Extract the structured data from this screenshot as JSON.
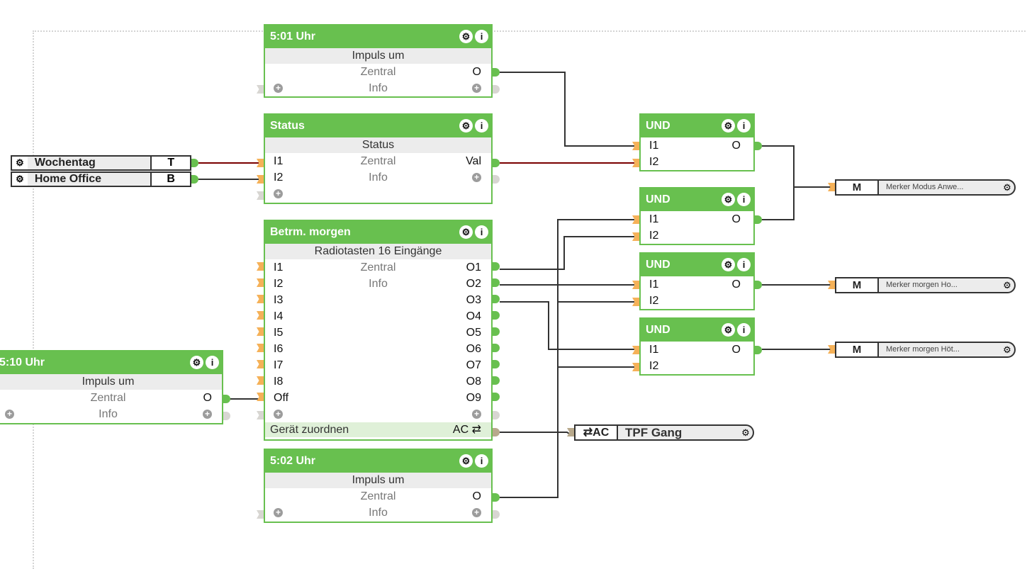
{
  "canvas": {
    "grid_style": "dotted"
  },
  "variables": {
    "wochentag": {
      "name": "Wochentag",
      "type": "T",
      "icon": "gear-icon"
    },
    "home_office": {
      "name": "Home Office",
      "type": "B",
      "icon": "gear-icon"
    }
  },
  "blocks": {
    "b501": {
      "title": "5:01 Uhr",
      "subtitle": "Impuls um",
      "center1": "Zentral",
      "center2": "Info",
      "out1": "O"
    },
    "status": {
      "title": "Status",
      "subtitle": "Status",
      "in1": "I1",
      "in2": "I2",
      "center1": "Zentral",
      "center2": "Info",
      "out1": "Val"
    },
    "betrm": {
      "title": "Betrm. morgen",
      "subtitle": "Radiotasten 16 Eingänge",
      "center1": "Zentral",
      "center2": "Info",
      "inputs": [
        "I1",
        "I2",
        "I3",
        "I4",
        "I5",
        "I6",
        "I7",
        "I8",
        "Off"
      ],
      "outputs": [
        "O1",
        "O2",
        "O3",
        "O4",
        "O5",
        "O6",
        "O7",
        "O8",
        "O9"
      ],
      "footer_label": "Gerät zuordnen",
      "footer_ac": "AC ⇄"
    },
    "b502": {
      "title": "5:02 Uhr",
      "subtitle": "Impuls um",
      "center1": "Zentral",
      "center2": "Info",
      "out1": "O"
    },
    "b510": {
      "title": "5:10 Uhr",
      "subtitle": "Impuls um",
      "center1": "Zentral",
      "center2": "Info",
      "out1": "O"
    },
    "und1": {
      "title": "UND",
      "in1": "I1",
      "in2": "I2",
      "out1": "O"
    },
    "und2": {
      "title": "UND",
      "in1": "I1",
      "in2": "I2",
      "out1": "O"
    },
    "und3": {
      "title": "UND",
      "in1": "I1",
      "in2": "I2",
      "out1": "O"
    },
    "und4": {
      "title": "UND",
      "in1": "I1",
      "in2": "I2",
      "out1": "O"
    }
  },
  "merker": [
    {
      "type": "M",
      "label": "Merker Modus Anwe..."
    },
    {
      "type": "M",
      "label": "Merker morgen Ho..."
    },
    {
      "type": "M",
      "label": "Merker morgen Höt..."
    }
  ],
  "device": {
    "type": "⇄AC",
    "name": "TPF Gang"
  },
  "icons": {
    "gear": "⚙",
    "info": "i",
    "plus": "+"
  },
  "colors": {
    "block_green": "#68c04f",
    "input_pin": "#f5b158",
    "wire": "#333333",
    "wire_active": "#7a0000"
  }
}
